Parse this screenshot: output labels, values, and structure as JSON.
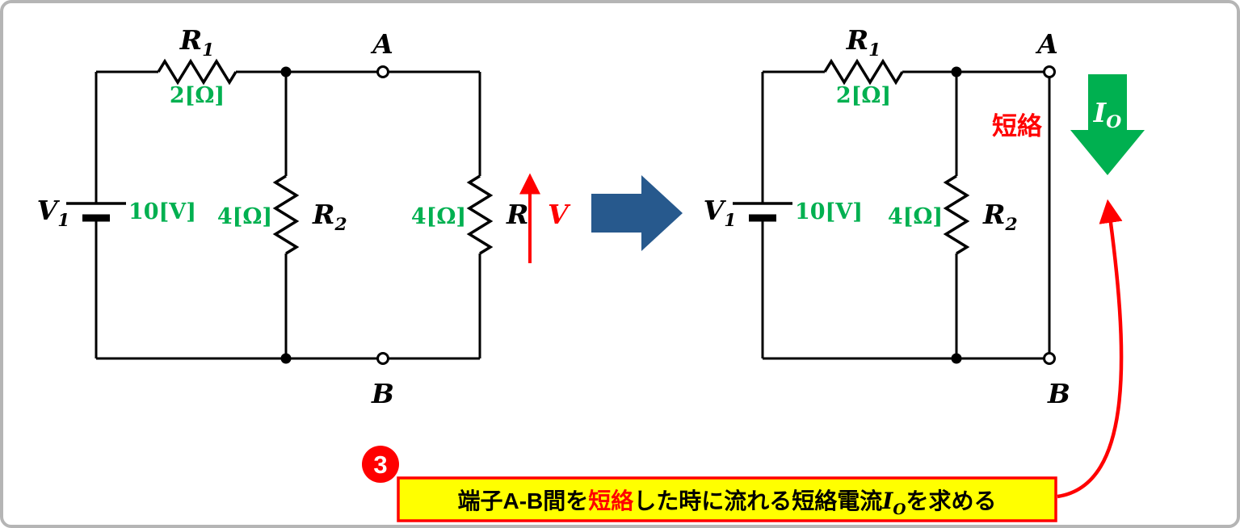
{
  "colors": {
    "accent_green": "#00B050",
    "accent_red": "#FF0000",
    "arrow_blue": "#27598D",
    "highlight_yellow": "#FFFF00"
  },
  "left_circuit": {
    "source": {
      "name": "V",
      "sub": "1",
      "value": "10[V]"
    },
    "r1": {
      "name": "R",
      "sub": "1",
      "value": "2[Ω]"
    },
    "r2": {
      "name": "R",
      "sub": "2",
      "value": "4[Ω]"
    },
    "r_load": {
      "name": "R",
      "value": "4[Ω]"
    },
    "terminal_a": "A",
    "terminal_b": "B",
    "voltage_label": "V"
  },
  "right_circuit": {
    "source": {
      "name": "V",
      "sub": "1",
      "value": "10[V]"
    },
    "r1": {
      "name": "R",
      "sub": "1",
      "value": "2[Ω]"
    },
    "r2": {
      "name": "R",
      "sub": "2",
      "value": "4[Ω]"
    },
    "terminal_a": "A",
    "terminal_b": "B",
    "short_label": "短絡",
    "current": {
      "name": "I",
      "sub": "O"
    }
  },
  "callout": {
    "step_number": "3",
    "part1": "端子A-B間を",
    "highlight": "短絡",
    "part2": "した時に流れる短絡電流",
    "math_name": "I",
    "math_sub": "O",
    "part3": "を求める"
  }
}
